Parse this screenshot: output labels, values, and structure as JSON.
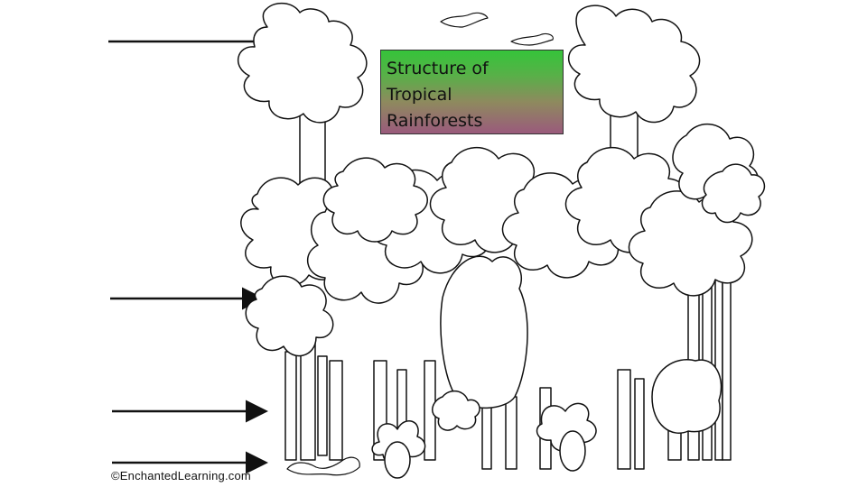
{
  "title": {
    "lines": [
      "Structure of",
      "Tropical",
      "Rainforests"
    ]
  },
  "credit": "©EnchantedLearning.com",
  "layer_arrows": [
    {
      "id": "emergent"
    },
    {
      "id": "canopy"
    },
    {
      "id": "understory"
    },
    {
      "id": "forest-floor"
    }
  ],
  "colors": {
    "title_gradient_top": "#35c43a",
    "title_gradient_bottom": "#9a5a7c",
    "line_art": "#111111"
  }
}
